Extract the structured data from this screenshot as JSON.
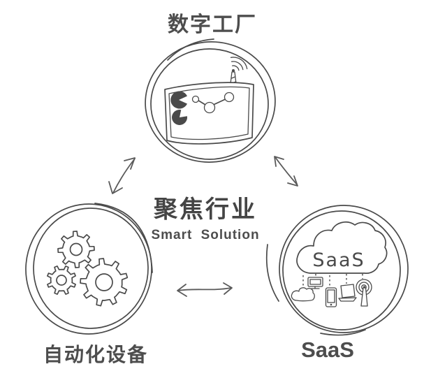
{
  "colors": {
    "ink": "#4a4a4a",
    "label": "#4d4d4d",
    "heading": "#454545",
    "background": "#ffffff"
  },
  "center": {
    "title": "聚焦行业",
    "subtitle": "Smart Solution"
  },
  "nodes": {
    "digital_factory": {
      "label": "数字工厂",
      "icon": "dashboard-screen-antenna-icon"
    },
    "automation": {
      "label": "自动化设备",
      "icon": "gears-icon"
    },
    "saas": {
      "label": "SaaS",
      "cloud_label": "SaaS",
      "icon": "cloud-devices-icon"
    }
  },
  "connectors": [
    {
      "from": "automation",
      "to": "digital_factory",
      "type": "double-arrow"
    },
    {
      "from": "digital_factory",
      "to": "saas",
      "type": "double-arrow"
    },
    {
      "from": "automation",
      "to": "saas",
      "type": "double-arrow"
    }
  ]
}
